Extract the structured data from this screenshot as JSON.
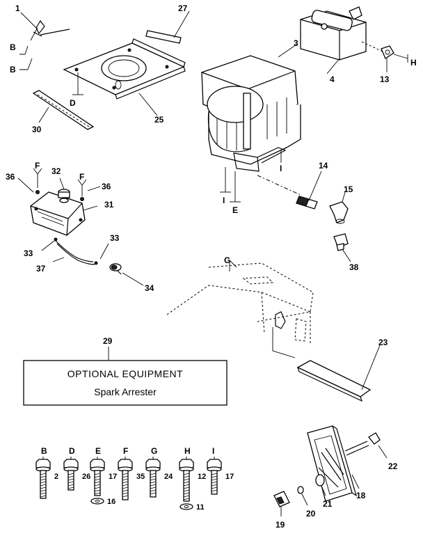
{
  "optional_box": {
    "callout": "29",
    "title": "OPTIONAL EQUIPMENT",
    "subtitle": "Spark Arrester"
  },
  "callouts": {
    "c1": "1",
    "c3": "3",
    "c4": "4",
    "c13": "13",
    "c14": "14",
    "c15": "15",
    "c18": "18",
    "c19": "19",
    "c20": "20",
    "c21": "21",
    "c22": "22",
    "c23": "23",
    "c25": "25",
    "c27": "27",
    "c30": "30",
    "c31": "31",
    "c32": "32",
    "c33a": "33",
    "c33b": "33",
    "c34": "34",
    "c36a": "36",
    "c36b": "36",
    "c37": "37",
    "c38": "38"
  },
  "letters": {
    "b1": "B",
    "b2": "B",
    "d": "D",
    "h": "H",
    "i1": "I",
    "i2": "I",
    "i3": "I",
    "e": "E",
    "f1": "F",
    "f2": "F",
    "g": "G"
  },
  "hardware": [
    {
      "key": "B",
      "part": "2"
    },
    {
      "key": "D",
      "part": "26"
    },
    {
      "key": "E",
      "part": "17",
      "washer": "16"
    },
    {
      "key": "F",
      "part": "35"
    },
    {
      "key": "G",
      "part": "24"
    },
    {
      "key": "H",
      "part": "12",
      "washer": "11"
    },
    {
      "key": "I",
      "part": "17"
    }
  ]
}
